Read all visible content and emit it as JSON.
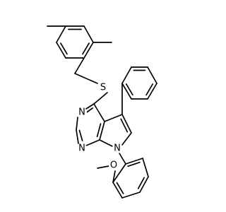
{
  "structure": {
    "atoms": [
      {
        "label": "S",
        "color": "#000000"
      },
      {
        "label": "N",
        "color": "#000000"
      },
      {
        "label": "N",
        "color": "#000000"
      },
      {
        "label": "N",
        "color": "#000000"
      },
      {
        "label": "O",
        "color": "#000000"
      }
    ]
  },
  "colors": {
    "bond": "#000000",
    "background": "#ffffff"
  }
}
